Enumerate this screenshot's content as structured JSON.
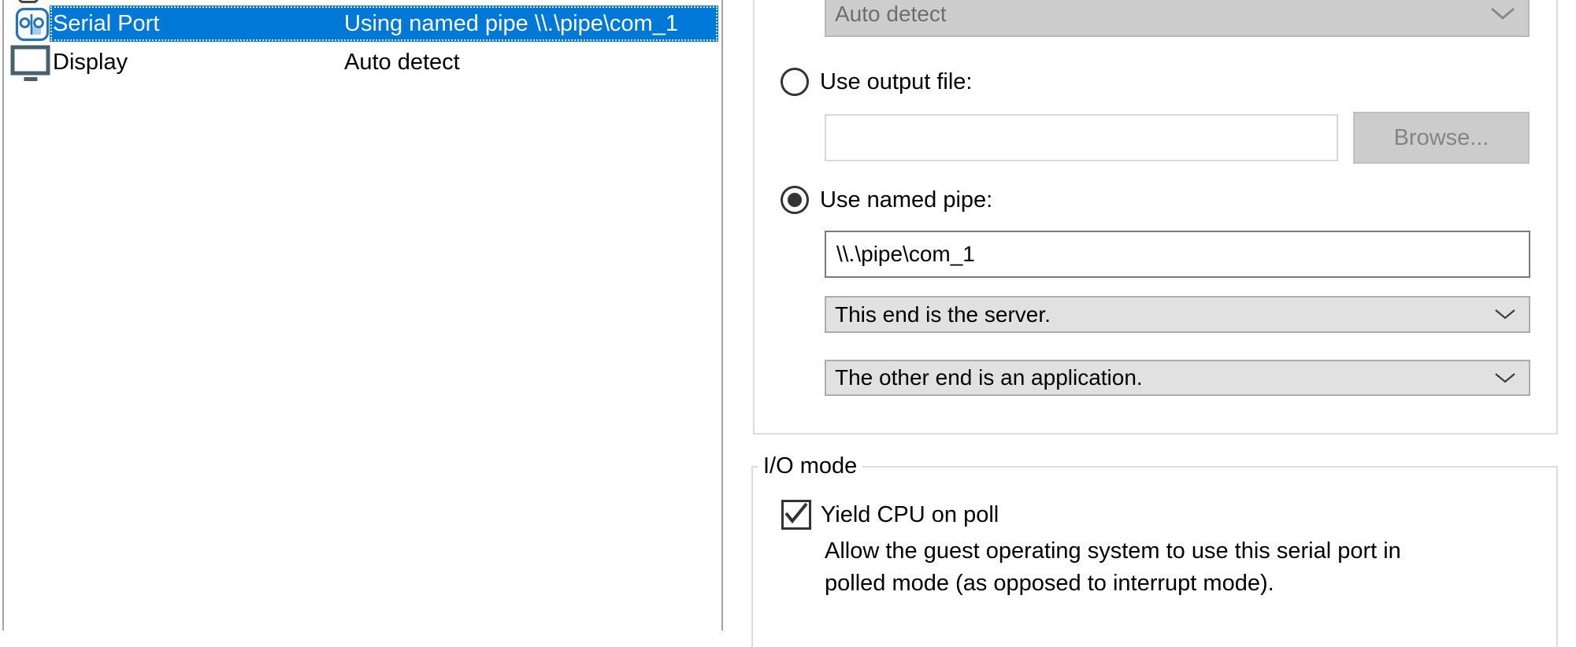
{
  "accent_color": "#0078d7",
  "selection_text_color": "#ffffff",
  "device_list": {
    "items": [
      {
        "label": "Serial Port",
        "summary": "Using named pipe \\\\.\\pipe\\com_1",
        "icon": "serial-port-icon",
        "selected": true
      },
      {
        "label": "Display",
        "summary": "Auto detect",
        "icon": "display-icon",
        "selected": false
      }
    ]
  },
  "connection": {
    "auto_detect": {
      "value": "Auto detect",
      "disabled": true
    },
    "output_file": {
      "label": "Use output file:",
      "value": "",
      "selected": false,
      "browse_label": "Browse..."
    },
    "named_pipe": {
      "label": "Use named pipe:",
      "selected": true,
      "pipe_value": "\\\\.\\pipe\\com_1",
      "near_end_value": "This end is the server.",
      "far_end_value": "The other end is an application."
    }
  },
  "io_mode": {
    "title": "I/O mode",
    "yield_cpu": {
      "label": "Yield CPU on poll",
      "checked": true
    },
    "description": "Allow the guest operating system to use this serial port in\npolled mode (as opposed to interrupt mode)."
  }
}
